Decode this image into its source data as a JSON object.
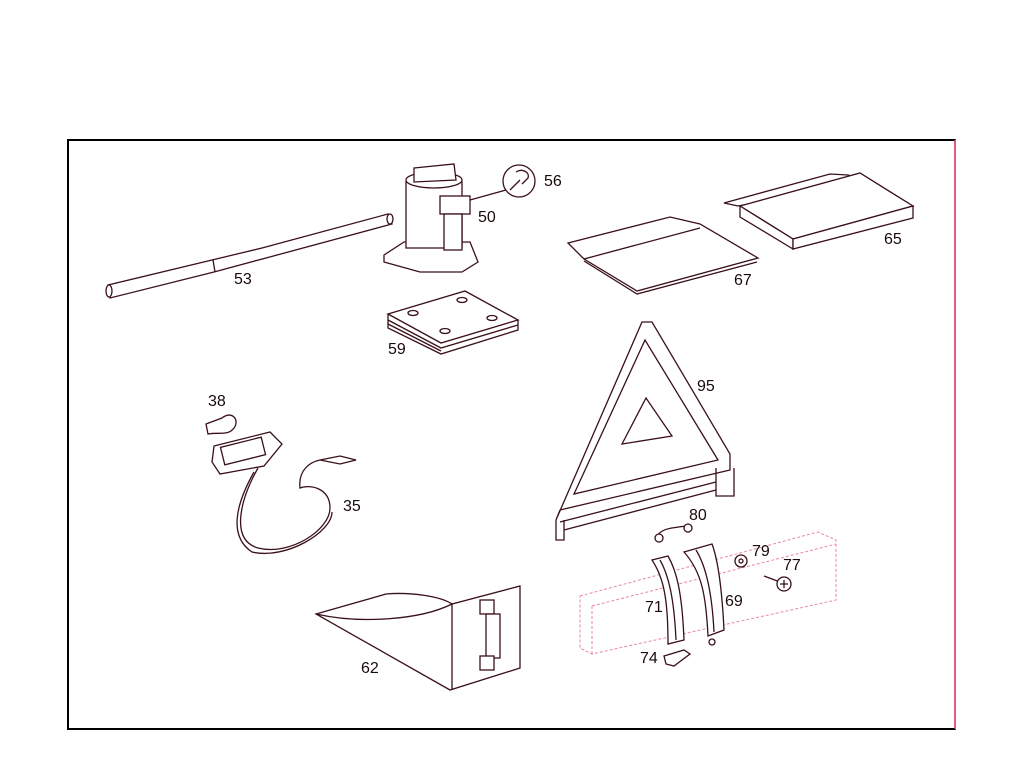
{
  "diagram": {
    "type": "exploded parts diagram - vehicle tool kit",
    "parts": [
      {
        "id": "53",
        "label": "53",
        "desc": "jack handle / lever bar"
      },
      {
        "id": "50",
        "label": "50",
        "desc": "hydraulic bottle jack"
      },
      {
        "id": "56",
        "label": "56",
        "desc": "wrench symbol callout"
      },
      {
        "id": "59",
        "label": "59",
        "desc": "jack base pad"
      },
      {
        "id": "67",
        "label": "67",
        "desc": "flat folder / cover"
      },
      {
        "id": "65",
        "label": "65",
        "desc": "case / first-aid kit box"
      },
      {
        "id": "38",
        "label": "38",
        "desc": "bulb"
      },
      {
        "id": "35",
        "label": "35",
        "desc": "inspection lamp with cable"
      },
      {
        "id": "95",
        "label": "95",
        "desc": "warning triangle"
      },
      {
        "id": "80",
        "label": "80",
        "desc": "clip"
      },
      {
        "id": "79",
        "label": "79",
        "desc": "lock washer"
      },
      {
        "id": "77",
        "label": "77",
        "desc": "screw"
      },
      {
        "id": "71",
        "label": "71",
        "desc": "holder strap"
      },
      {
        "id": "69",
        "label": "69",
        "desc": "holder strap"
      },
      {
        "id": "74",
        "label": "74",
        "desc": "clip"
      },
      {
        "id": "62",
        "label": "62",
        "desc": "wheel chock"
      }
    ]
  },
  "colors": {
    "line": "#3a1018",
    "accent": "#e06080",
    "background": "#ffffff"
  }
}
